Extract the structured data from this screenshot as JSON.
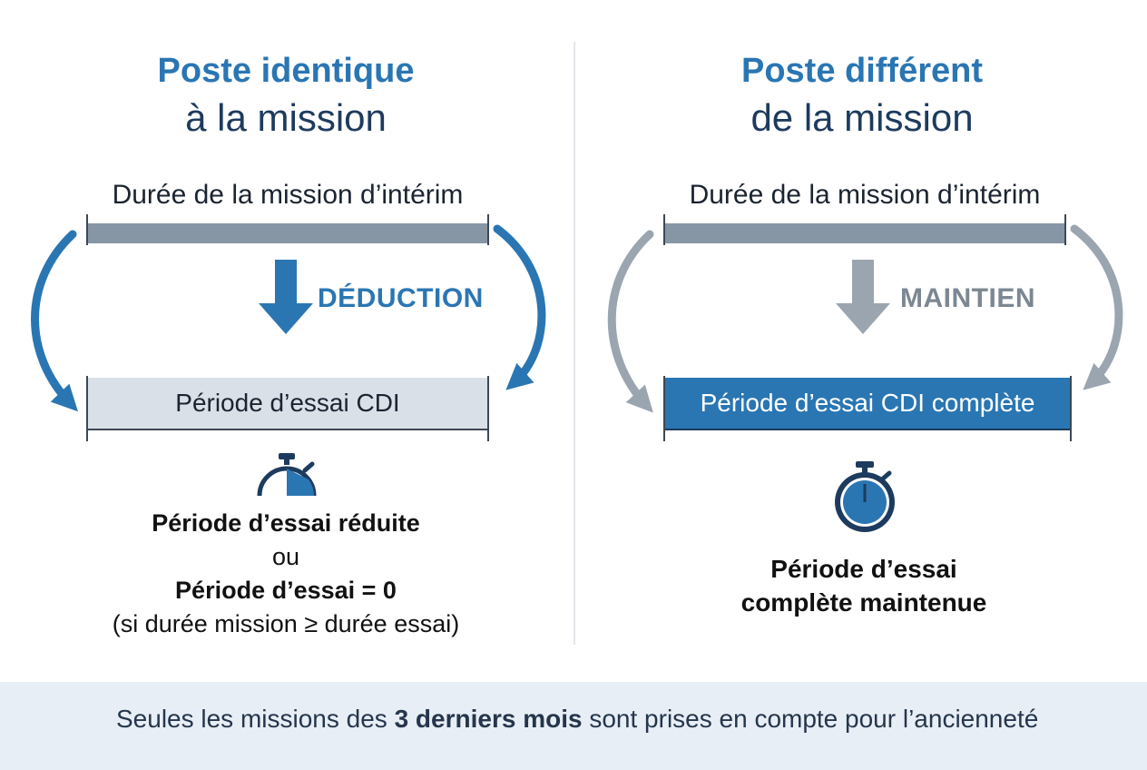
{
  "left_panel": {
    "title_line1": "Poste identique",
    "title_line2": "à la mission",
    "mission_bar_label": "Durée de la mission d’intérim",
    "arrow_label": "DÉDUCTION",
    "result_bar_label": "Période d’essai CDI",
    "result_line1": "Période d’essai réduite",
    "result_line2": "ou",
    "result_line3": "Période d’essai = 0",
    "result_line4": "(si durée mission ≥ durée essai)",
    "icon": "stopwatch-partial-icon"
  },
  "right_panel": {
    "title_line1": "Poste différent",
    "title_line2": "de la mission",
    "mission_bar_label": "Durée de la mission d’intérim",
    "arrow_label": "MAINTIEN",
    "result_bar_label": "Période d’essai CDI complète",
    "result_line1": "Période d’essai",
    "result_line2": "complète maintenue",
    "icon": "stopwatch-full-icon"
  },
  "footer": {
    "text_before": "Seules les missions des ",
    "text_bold": "3 derniers mois",
    "text_after": " sont prises en compte pour l’ancienneté",
    "icon": "calendar-icon"
  },
  "colors": {
    "primary_blue": "#2a76b3",
    "dark_blue": "#1d3b5e",
    "gray": "#8796a5",
    "light_bar": "#d9e0e8",
    "footer_bg": "#e8eef5"
  }
}
